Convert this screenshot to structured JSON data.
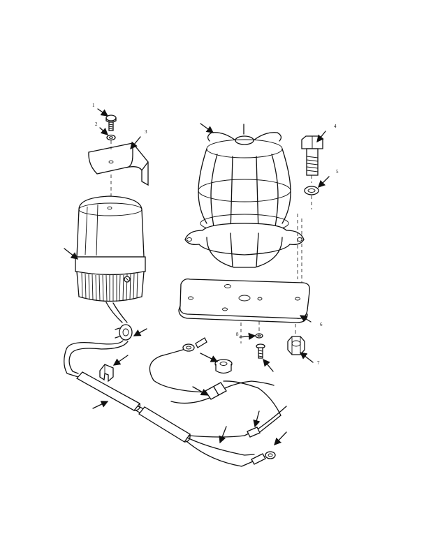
{
  "callouts": [
    {
      "text": "1"
    },
    {
      "text": "2"
    },
    {
      "text": "3"
    },
    {
      "text": "4"
    },
    {
      "text": "5"
    },
    {
      "text": "6"
    },
    {
      "text": "7"
    },
    {
      "text": "8"
    }
  ]
}
